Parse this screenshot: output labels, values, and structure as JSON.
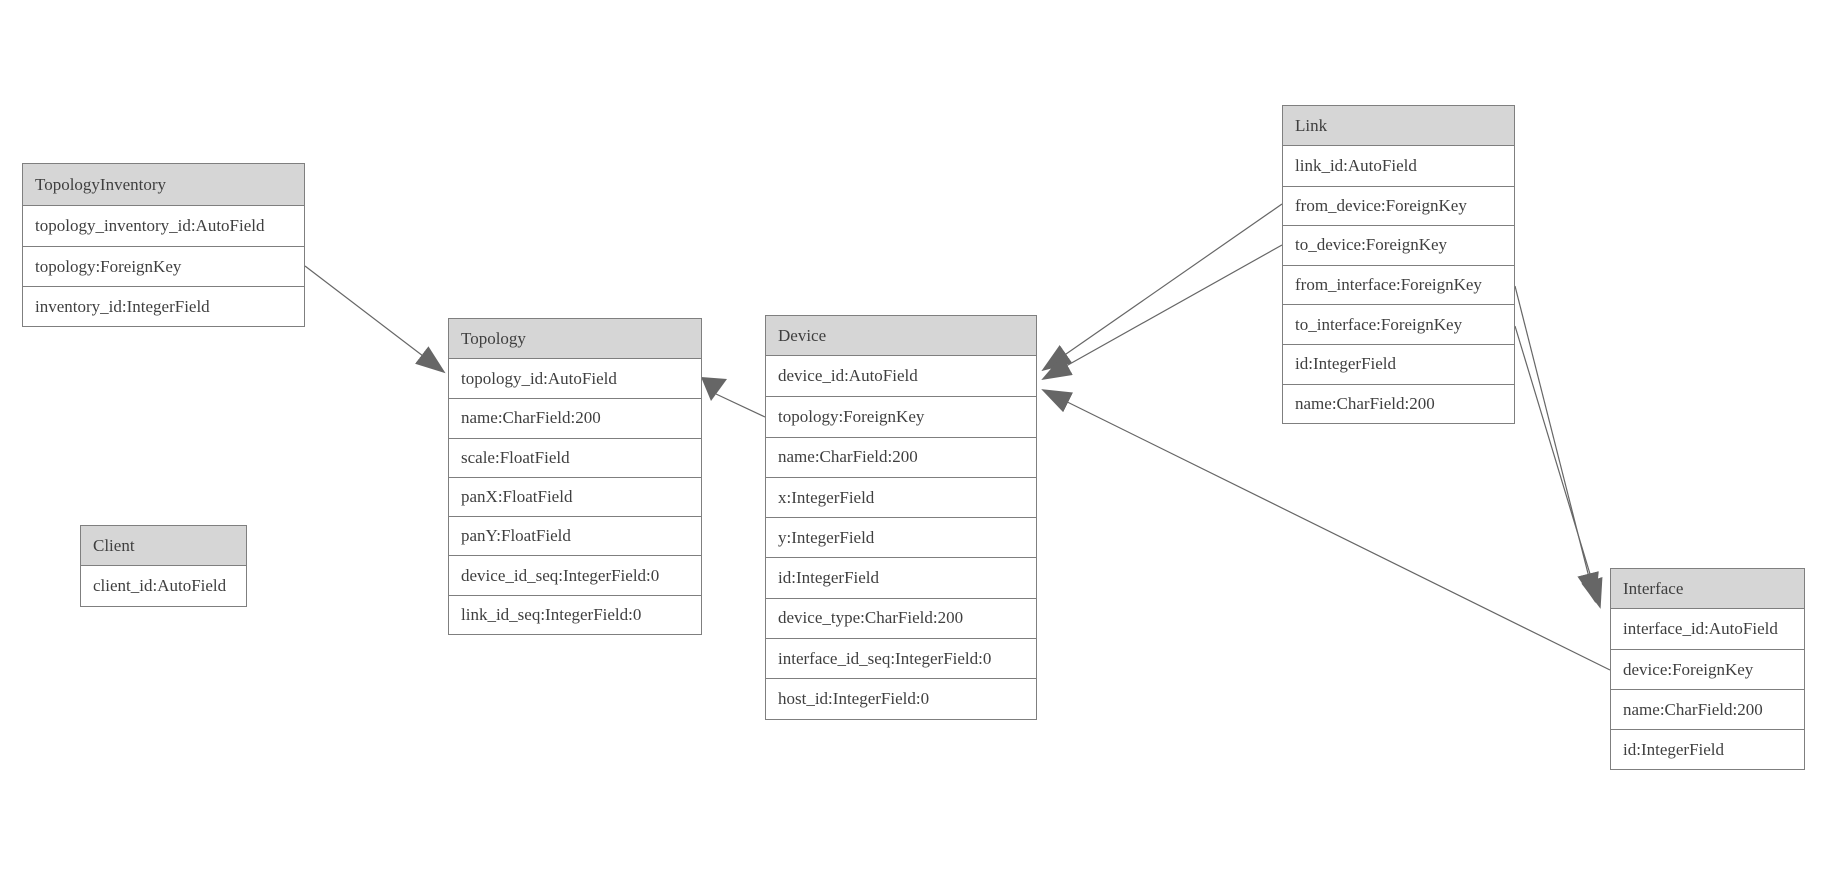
{
  "colors": {
    "background": "#ffffff",
    "table_border": "#7f7f7f",
    "header_fill": "#d6d6d6",
    "edge_line": "#666666",
    "text": "#3f3f3f"
  },
  "tables": {
    "topology_inventory": {
      "title": "TopologyInventory",
      "fields": [
        "topology_inventory_id:AutoField",
        "topology:ForeignKey",
        "inventory_id:IntegerField"
      ]
    },
    "topology": {
      "title": "Topology",
      "fields": [
        "topology_id:AutoField",
        "name:CharField:200",
        "scale:FloatField",
        "panX:FloatField",
        "panY:FloatField",
        "device_id_seq:IntegerField:0",
        "link_id_seq:IntegerField:0"
      ]
    },
    "client": {
      "title": "Client",
      "fields": [
        "client_id:AutoField"
      ]
    },
    "device": {
      "title": "Device",
      "fields": [
        "device_id:AutoField",
        "topology:ForeignKey",
        "name:CharField:200",
        "x:IntegerField",
        "y:IntegerField",
        "id:IntegerField",
        "device_type:CharField:200",
        "interface_id_seq:IntegerField:0",
        "host_id:IntegerField:0"
      ]
    },
    "link": {
      "title": "Link",
      "fields": [
        "link_id:AutoField",
        "from_device:ForeignKey",
        "to_device:ForeignKey",
        "from_interface:ForeignKey",
        "to_interface:ForeignKey",
        "id:IntegerField",
        "name:CharField:200"
      ]
    },
    "interface": {
      "title": "Interface",
      "fields": [
        "interface_id:AutoField",
        "device:ForeignKey",
        "name:CharField:200",
        "id:IntegerField"
      ]
    }
  },
  "relationships": [
    {
      "from": "TopologyInventory.topology",
      "to": "Topology",
      "arrow_at": "Topology"
    },
    {
      "from": "Device.topology",
      "to": "Topology",
      "arrow_at": "Topology"
    },
    {
      "from": "Link.from_device",
      "to": "Device",
      "arrow_at": "Device"
    },
    {
      "from": "Link.to_device",
      "to": "Device",
      "arrow_at": "Device"
    },
    {
      "from": "Link.from_interface",
      "to": "Interface",
      "arrow_at": "Interface"
    },
    {
      "from": "Link.to_interface",
      "to": "Interface",
      "arrow_at": "Interface"
    },
    {
      "from": "Interface.device",
      "to": "Device",
      "arrow_at": "Device"
    }
  ]
}
